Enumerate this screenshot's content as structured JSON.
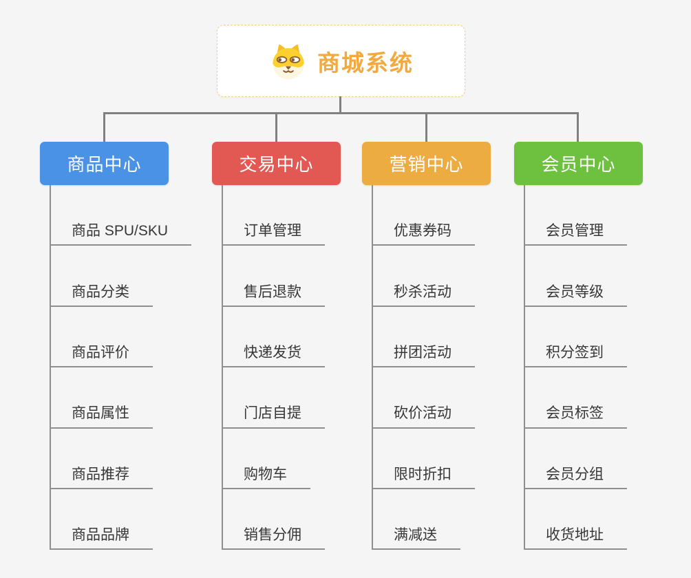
{
  "root": {
    "label": "商城系统",
    "icon": "dog-face-icon",
    "text_color": "#f2a93d",
    "border_color": "#f3cd8d",
    "background": "#ffffff"
  },
  "canvas": {
    "background_color": "#f5f5f5",
    "connector_color": "#808080",
    "leaf_line_color": "#8e8e8e",
    "leaf_text_color": "#373737"
  },
  "branches": [
    {
      "label": "商品中心",
      "color": "#4a92e6",
      "items": [
        "商品 SPU/SKU",
        "商品分类",
        "商品评价",
        "商品属性",
        "商品推荐",
        "商品品牌"
      ]
    },
    {
      "label": "交易中心",
      "color": "#e25853",
      "items": [
        "订单管理",
        "售后退款",
        "快递发货",
        "门店自提",
        "购物车",
        "销售分佣"
      ]
    },
    {
      "label": "营销中心",
      "color": "#ecac41",
      "items": [
        "优惠券码",
        "秒杀活动",
        "拼团活动",
        "砍价活动",
        "限时折扣",
        "满减送"
      ]
    },
    {
      "label": "会员中心",
      "color": "#6ec13f",
      "items": [
        "会员管理",
        "会员等级",
        "积分签到",
        "会员标签",
        "会员分组",
        "收货地址"
      ]
    }
  ]
}
